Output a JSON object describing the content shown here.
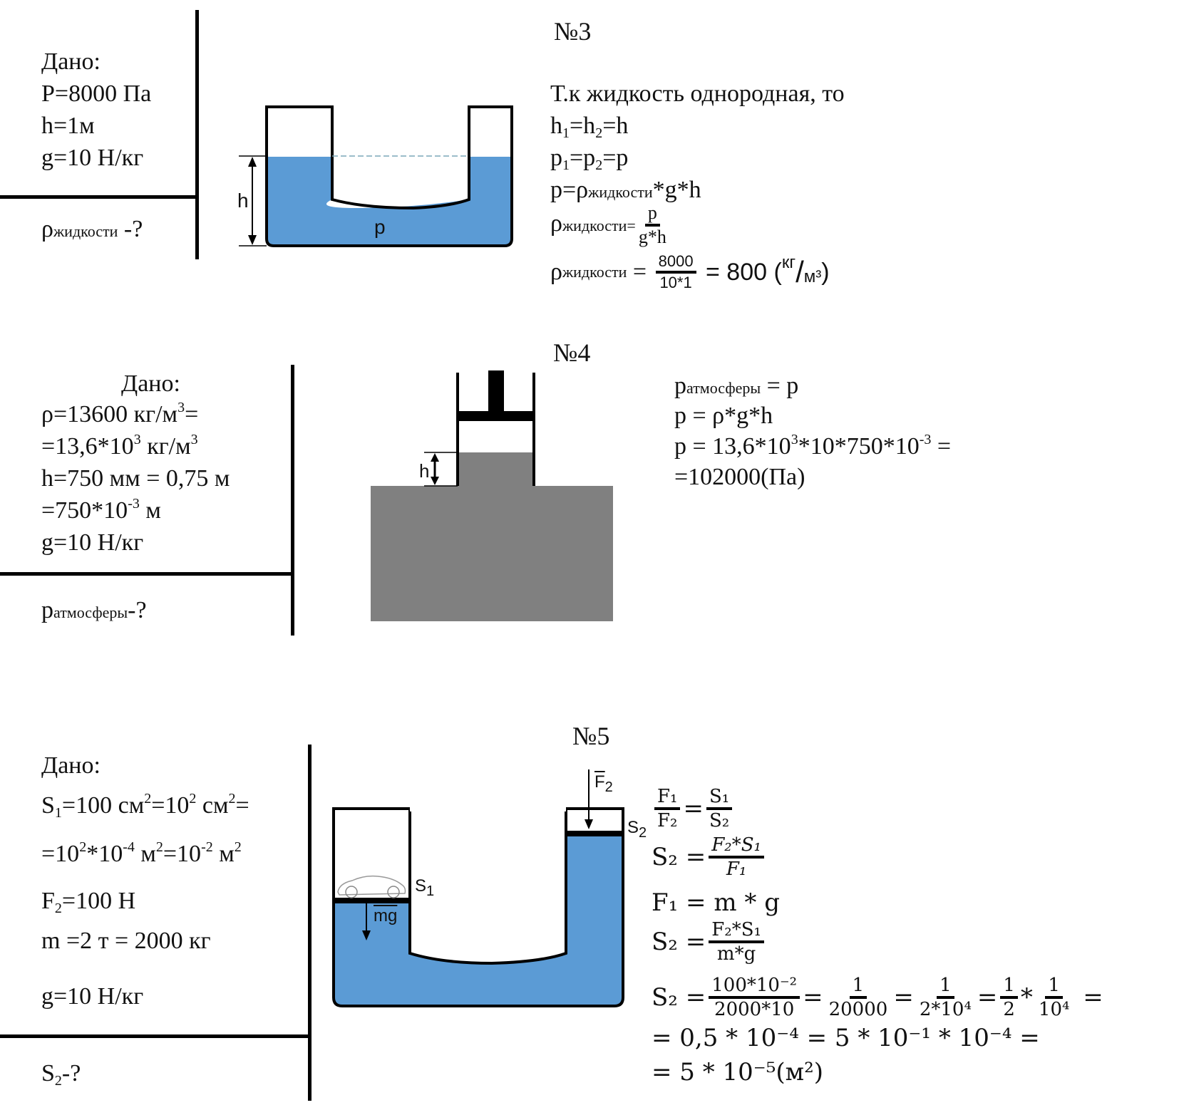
{
  "problem3": {
    "number": "№3",
    "given_label": "Дано:",
    "given": [
      "P=8000 Па",
      "h=1м",
      "g=10 Н/кг"
    ],
    "unknown": {
      "symbol": "ρ",
      "sub": "жидкости",
      "suffix": " -?"
    },
    "diagram": {
      "h_label": "h",
      "p_label": "p",
      "liquid_color": "#5b9bd5"
    },
    "solution": {
      "line1": "Т.к жидкость однородная, то",
      "line2": {
        "a": "h",
        "a_sub": "1",
        "b": "=h",
        "b_sub": "2",
        "c": "=h"
      },
      "line3": {
        "a": "p",
        "a_sub": "1",
        "b": "=p",
        "b_sub": "2",
        "c": "=p"
      },
      "line4": {
        "pre": "p=ρ",
        "sub": "жидкости",
        "post": "*g*h"
      },
      "line5": {
        "pre": "ρ",
        "sub": "жидкости=",
        "num": "p",
        "den": "g*h"
      },
      "line6": {
        "pre": "ρ",
        "sub": "жидкости",
        "eq": " = ",
        "num": "8000",
        "den": "10*1",
        "result": " = 800 (",
        "unit_num": "кг",
        "slash": "/",
        "unit_den": "м³",
        "close": ")"
      }
    }
  },
  "problem4": {
    "number": "№4",
    "given_label": "Дано:",
    "given": [
      {
        "text": "ρ=13600 кг/м",
        "sup": "3",
        "after": "="
      },
      {
        "text": "=13,6*10",
        "sup": "3",
        "after": " кг/м",
        "sup2": "3"
      },
      {
        "text": "h=750 мм = 0,75 м"
      },
      {
        "text": "=750*10",
        "sup": "-3",
        "after": " м"
      },
      {
        "text": "g=10 Н/кг"
      }
    ],
    "unknown": {
      "symbol": "p",
      "sub": "атмосферы",
      "suffix": "-?"
    },
    "diagram": {
      "h_label": "h",
      "mercury_color": "#808080"
    },
    "solution": {
      "line1": {
        "pre": "p",
        "sub": "атмосферы",
        "post": " = p"
      },
      "line2": "p = ρ*g*h",
      "line3": {
        "a": "p = 13,6*10",
        "sup1": "3",
        "b": "*10*750*10",
        "sup2": "-3",
        "c": " ="
      },
      "line4": "=102000(Па)"
    }
  },
  "problem5": {
    "number": "№5",
    "given_label": "Дано:",
    "given": [
      {
        "a": "S",
        "a_sub": "1",
        "b": "=100 см",
        "sup1": "2",
        "c": "=10",
        "sup2": "2",
        "d": " см",
        "sup3": "2",
        "e": "="
      },
      {
        "a": "=10",
        "sup1": "2",
        "b": "*10",
        "sup2": "-4",
        "c": " м",
        "sup3": "2",
        "d": "=10",
        "sup4": "-2",
        "e": " м",
        "sup5": "2"
      },
      {
        "a": "F",
        "a_sub": "2",
        "b": "=100 Н"
      },
      {
        "a": "m =2 т = 2000 кг"
      },
      {
        "a": "g=10 Н/кг"
      }
    ],
    "unknown": {
      "symbol": "S",
      "sub": "2",
      "suffix": "-?"
    },
    "diagram": {
      "s1_label": "S",
      "s1_sub": "1",
      "s2_label": "S",
      "s2_sub": "2",
      "f2_label": "F",
      "f2_sub": "2",
      "mg_label": "mg",
      "liquid_color": "#5b9bd5",
      "car": "car-sketch"
    },
    "solution": {
      "eq1": {
        "l_num": "F₁",
        "l_den": "F₂",
        "eq": "=",
        "r_num": "S₁",
        "r_den": "S₂"
      },
      "eq2": {
        "lhs": "S₂",
        "eq": "=",
        "num": "F₂*S₁",
        "den": "F₁"
      },
      "eq3": {
        "lhs": "F₁",
        "eq": "=",
        "rhs": "m * g"
      },
      "eq4": {
        "lhs": "S₂",
        "eq": "=",
        "num": "F₂*S₁",
        "den": "m*g"
      },
      "eq5": {
        "lhs": "S₂",
        "eq": "=",
        "f1_num": "100*10⁻²",
        "f1_den": "2000*10",
        "f2_num": "1",
        "f2_den": "20000",
        "f3_num": "1",
        "f3_den": "2*10⁴",
        "f4_num": "1",
        "f4_den": "2",
        "times": "*",
        "f5_num": "1",
        "f5_den": "10⁴",
        "tail": "="
      },
      "eq6": "= 0,5 * 10⁻⁴ = 5 * 10⁻¹ * 10⁻⁴  =",
      "eq7": "= 5 * 10⁻⁵(м²)"
    }
  }
}
